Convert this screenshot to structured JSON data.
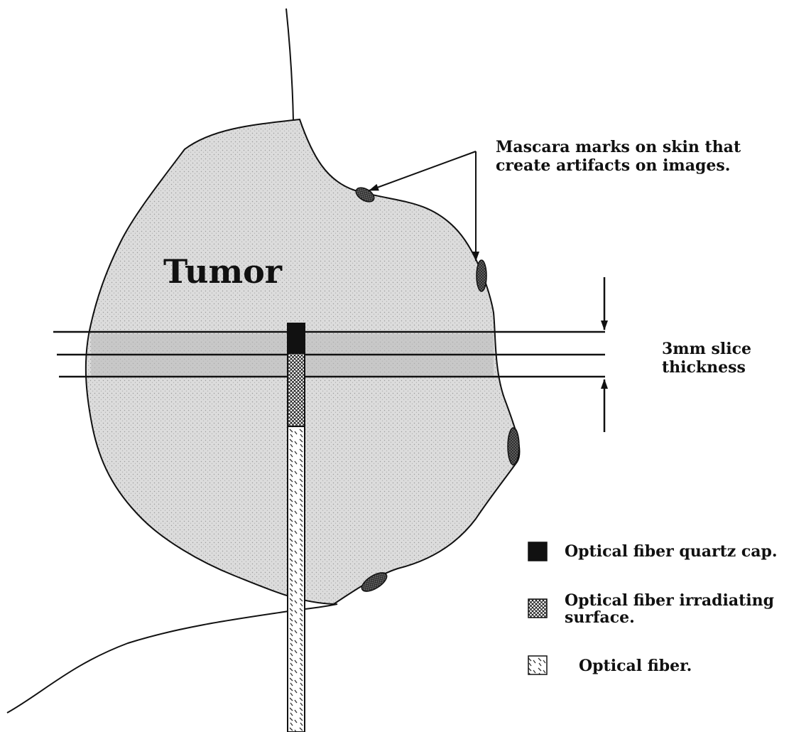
{
  "labels": {
    "tumor": "Tumor",
    "mascara_line1": "Mascara marks on skin that",
    "mascara_line2": "create artifacts on images.",
    "slice_line1": "3mm slice",
    "slice_line2": "thickness"
  },
  "legend": [
    {
      "lines": [
        "Optical fiber quartz cap."
      ],
      "symbol": "solid-black"
    },
    {
      "lines": [
        "Optical fiber irradiating",
        "surface."
      ],
      "symbol": "crosshatch"
    },
    {
      "lines": [
        "Optical fiber."
      ],
      "symbol": "dashed-hatch"
    }
  ],
  "colors": {
    "ink": "#111111",
    "tumor_fill": "#d6d6d6",
    "slice_band": "#b8b8b8",
    "marks": "#555555"
  }
}
